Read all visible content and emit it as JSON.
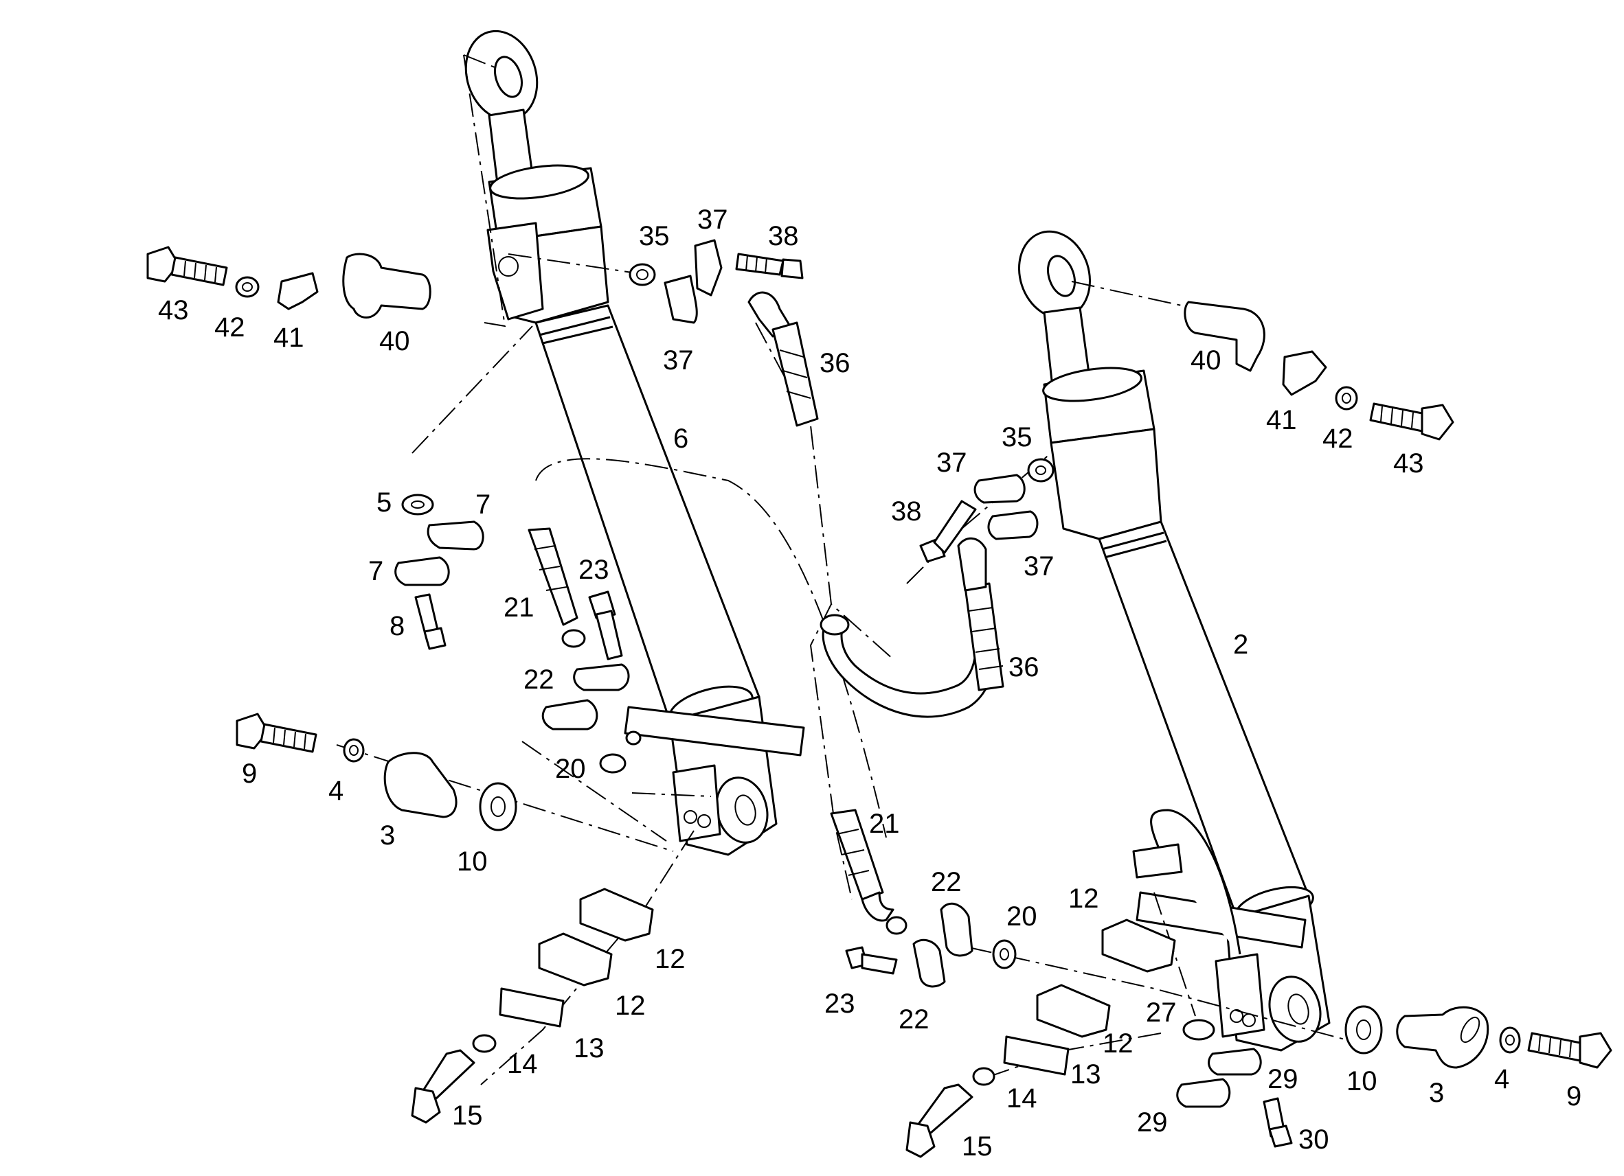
{
  "callouts": {
    "c43a": "43",
    "c42a": "42",
    "c41a": "41",
    "c40a": "40",
    "c35a": "35",
    "c37a": "37",
    "c38a": "38",
    "c37b": "37",
    "c36a": "36",
    "c6": "6",
    "c5": "5",
    "c7a": "7",
    "c7b": "7",
    "c8": "8",
    "c21a": "21",
    "c23a": "23",
    "c22a": "22",
    "c20a": "20",
    "c9a": "9",
    "c4a": "4",
    "c3a": "3",
    "c10a": "10",
    "c12a": "12",
    "c12b": "12",
    "c13a": "13",
    "c14a": "14",
    "c15a": "15",
    "c40b": "40",
    "c41b": "41",
    "c42b": "42",
    "c43b": "43",
    "c35b": "35",
    "c37c": "37",
    "c38b": "38",
    "c37d": "37",
    "c36b": "36",
    "c2": "2",
    "c21b": "21",
    "c22b": "22",
    "c20b": "20",
    "c23b": "23",
    "c22c": "22",
    "c12c": "12",
    "c27": "27",
    "c12d": "12",
    "c13b": "13",
    "c14b": "14",
    "c15b": "15",
    "c29a": "29",
    "c29b": "29",
    "c30": "30",
    "c10b": "10",
    "c3b": "3",
    "c4b": "4",
    "c9b": "9"
  }
}
